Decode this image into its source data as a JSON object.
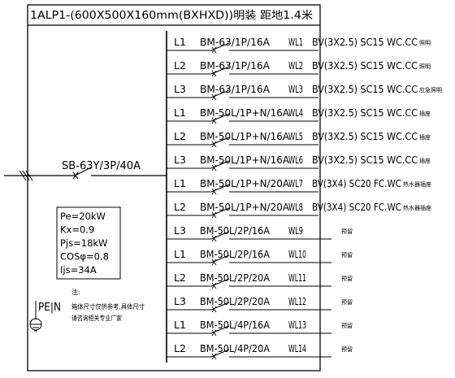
{
  "panel_title": "1ALP1-(600X500X160mm(BXHXD))明装 距地1.4米",
  "incoming_breaker": "SB-63Y/3P/40A",
  "parameters": [
    "Pe=20kW",
    "Kx=0.9",
    "Pjs=18kW",
    "COSφ=0.8",
    "Ijs=34A"
  ],
  "ground_label": "PE|N",
  "note": {
    "title": "注:",
    "lines": [
      "箱体尺寸仅供参考,具体尺寸",
      "请咨询相关专业厂家"
    ]
  },
  "circuits": [
    {
      "phase": "L1",
      "breaker": "BM-63/1P/16A",
      "id": "WL1",
      "cable": "BV(3X2.5) SC15 WC.CC",
      "use": "照明"
    },
    {
      "phase": "L2",
      "breaker": "BM-63/1P/16A",
      "id": "WL2",
      "cable": "BV(3X2.5) SC15 WC.CC",
      "use": "照明"
    },
    {
      "phase": "L3",
      "breaker": "BM-63/1P/16A",
      "id": "WL3",
      "cable": "BV(3X2.5) SC15 WC.CC",
      "use": "应急照明"
    },
    {
      "phase": "L1",
      "breaker": "BM-50L/1P+N/16A",
      "id": "WL4",
      "cable": "BV(3X2.5) SC15 WC.CC",
      "use": "插座"
    },
    {
      "phase": "L2",
      "breaker": "BM-50L/1P+N/16A",
      "id": "WL5",
      "cable": "BV(3X2.5) SC15 WC.CC",
      "use": "插座"
    },
    {
      "phase": "L3",
      "breaker": "BM-50L/1P+N/16A",
      "id": "WL6",
      "cable": "BV(3X2.5) SC15 WC.CC",
      "use": "插座"
    },
    {
      "phase": "L1",
      "breaker": "BM-50L/1P+N/20A",
      "id": "WL7",
      "cable": "BV(3X4) SC20 FC.WC",
      "use": "热水器插座"
    },
    {
      "phase": "L2",
      "breaker": "BM-50L/1P+N/20A",
      "id": "WL8",
      "cable": "BV(3X4) SC20 FC.WC",
      "use": "热水器插座"
    },
    {
      "phase": "L3",
      "breaker": "BM-50L/2P/16A",
      "id": "WL9",
      "cable": "",
      "use": "预留"
    },
    {
      "phase": "L1",
      "breaker": "BM-50L/2P/16A",
      "id": "WL10",
      "cable": "",
      "use": "预留"
    },
    {
      "phase": "L2",
      "breaker": "BM-50L/2P/20A",
      "id": "WL11",
      "cable": "",
      "use": "预留"
    },
    {
      "phase": "L3",
      "breaker": "BM-50L/2P/20A",
      "id": "WL12",
      "cable": "",
      "use": "预留"
    },
    {
      "phase": "L1",
      "breaker": "BM-50L/4P/16A",
      "id": "WL13",
      "cable": "",
      "use": "预留"
    },
    {
      "phase": "L2",
      "breaker": "BM-50L/4P/20A",
      "id": "WL14",
      "cable": "",
      "use": "预留"
    }
  ]
}
